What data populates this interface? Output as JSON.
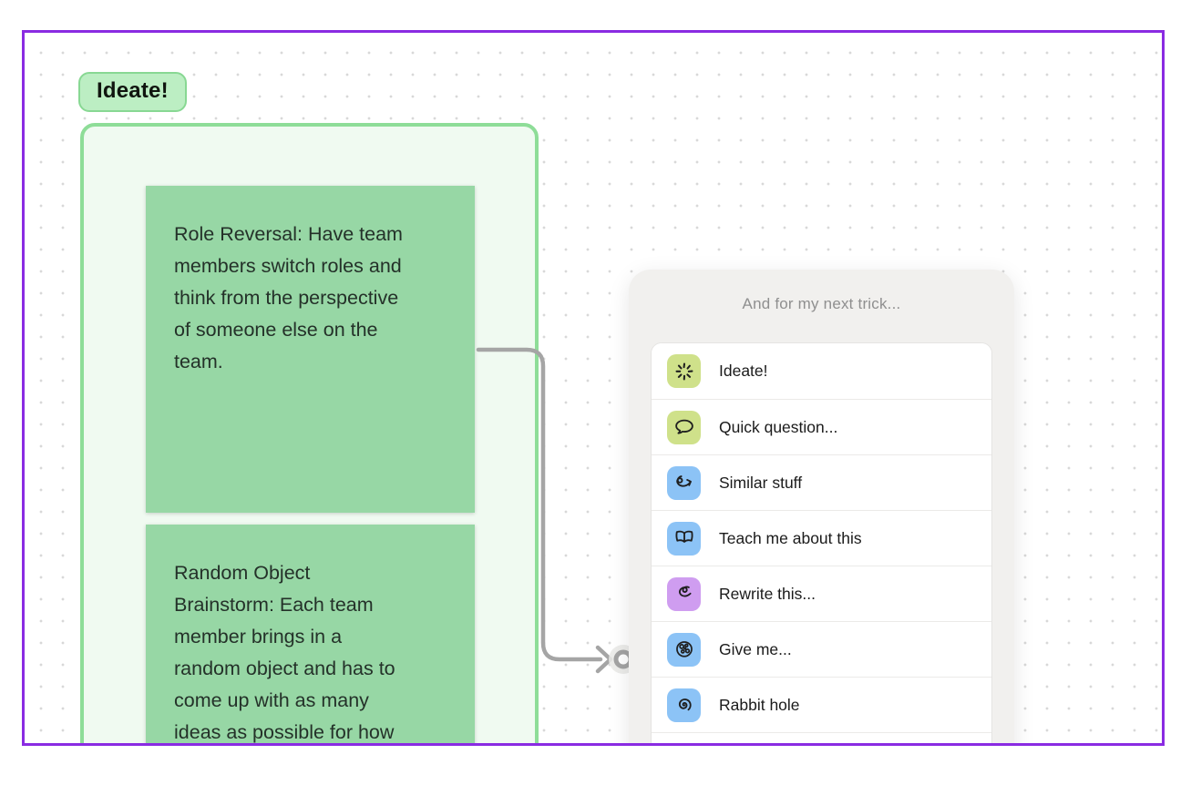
{
  "canvas": {
    "border_color": "#8a2be2",
    "frame_label": "Ideate!",
    "frame_color": "#8edd98",
    "sticky_color": "#97d7a5",
    "sticky_notes": [
      {
        "text": "Role Reversal: Have team\nmembers switch roles and\nthink from the perspective\nof someone else on the\nteam."
      },
      {
        "text": "Random Object\nBrainstorm: Each team\nmember brings in a\nrandom object and has to\ncome up with as many\nideas as possible for how"
      }
    ],
    "connector_color": "#a5a5a5"
  },
  "menu": {
    "header": "And for my next trick...",
    "items": [
      {
        "label": "Ideate!",
        "icon": "burst-icon",
        "color": "#cfe18a"
      },
      {
        "label": "Quick question...",
        "icon": "speech-bubble-icon",
        "color": "#cfe18a"
      },
      {
        "label": "Similar stuff",
        "icon": "curly-arrow-icon",
        "color": "#8cc3f6"
      },
      {
        "label": "Teach me about this",
        "icon": "open-book-icon",
        "color": "#8cc3f6"
      },
      {
        "label": "Rewrite this...",
        "icon": "scribble-icon",
        "color": "#cf9df0"
      },
      {
        "label": "Give me...",
        "icon": "truffle-icon",
        "color": "#8cc3f6"
      },
      {
        "label": "Rabbit hole",
        "icon": "spiral-icon",
        "color": "#8cc3f6"
      }
    ]
  }
}
